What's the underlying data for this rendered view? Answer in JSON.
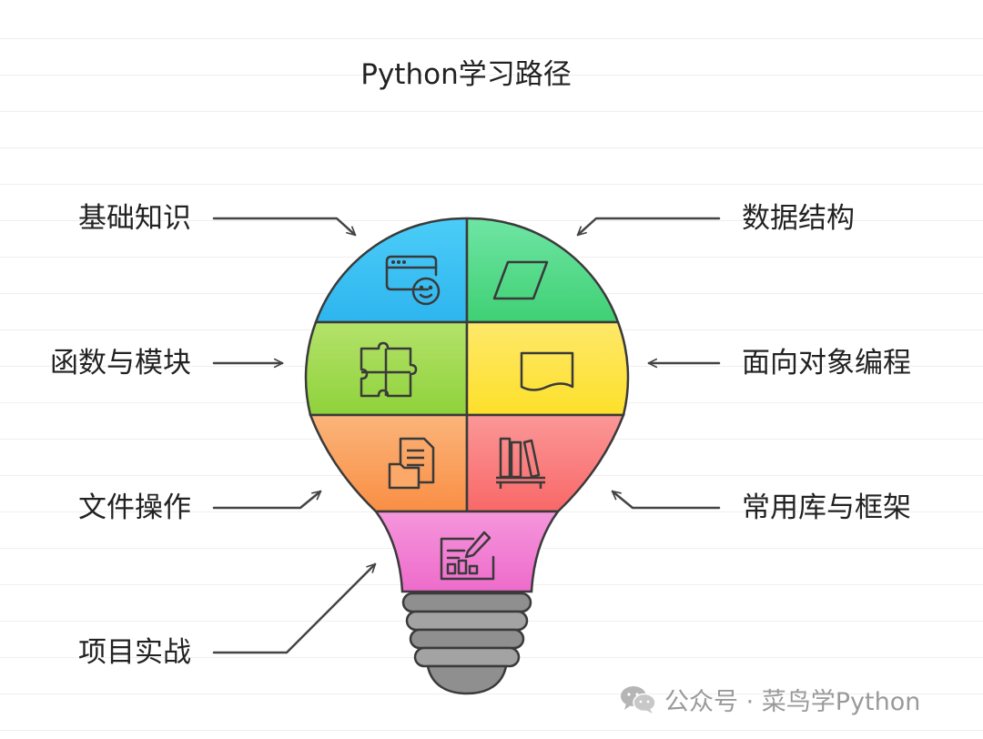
{
  "title": "Python学习路径",
  "labels": {
    "basics": "基础知识",
    "functions_modules": "函数与模块",
    "file_ops": "文件操作",
    "projects": "项目实战",
    "data_structures": "数据结构",
    "oop": "面向对象编程",
    "libs_frameworks": "常用库与框架"
  },
  "segments": [
    {
      "id": "basics",
      "color": "#3cc2f5",
      "icon": "browser-window-icon"
    },
    {
      "id": "data_structures",
      "color": "#4cd984",
      "icon": "parallelogram-icon"
    },
    {
      "id": "functions_modules",
      "color": "#9fd94f",
      "icon": "puzzle-icon"
    },
    {
      "id": "oop",
      "color": "#fde43a",
      "icon": "document-wave-icon"
    },
    {
      "id": "file_ops",
      "color": "#fba05a",
      "icon": "files-icon"
    },
    {
      "id": "libs_frameworks",
      "color": "#fb7777",
      "icon": "bookshelf-icon"
    },
    {
      "id": "projects",
      "color": "#f27dd4",
      "icon": "edit-board-icon"
    }
  ],
  "base_color": "#9a9a9a",
  "watermark": "公众号 · 菜鸟学Python"
}
